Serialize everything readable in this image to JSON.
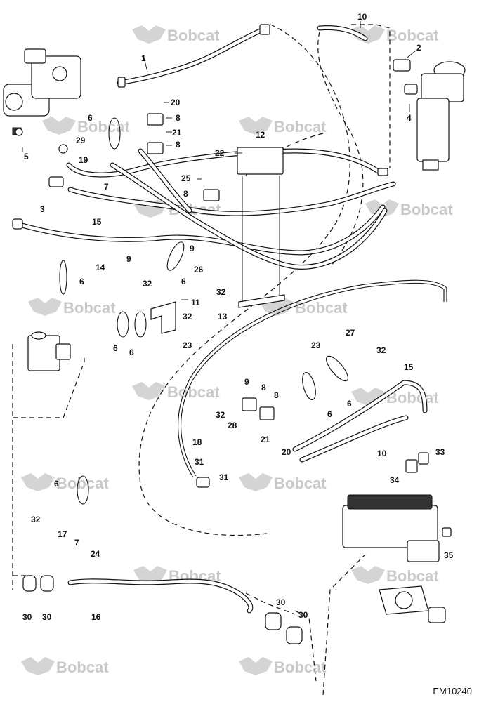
{
  "brand": {
    "watermark_text": "Bobcat"
  },
  "drawing": {
    "code": "EM10240"
  },
  "callouts": [
    {
      "label": "1"
    },
    {
      "label": "10"
    },
    {
      "label": "2"
    },
    {
      "label": "4"
    },
    {
      "label": "20"
    },
    {
      "label": "8"
    },
    {
      "label": "21"
    },
    {
      "label": "8"
    },
    {
      "label": "6"
    },
    {
      "label": "29"
    },
    {
      "label": "5"
    },
    {
      "label": "19"
    },
    {
      "label": "7"
    },
    {
      "label": "12"
    },
    {
      "label": "22"
    },
    {
      "label": "25"
    },
    {
      "label": "8"
    },
    {
      "label": "3"
    },
    {
      "label": "15"
    },
    {
      "label": "9"
    },
    {
      "label": "9"
    },
    {
      "label": "26"
    },
    {
      "label": "14"
    },
    {
      "label": "6"
    },
    {
      "label": "32"
    },
    {
      "label": "6"
    },
    {
      "label": "32"
    },
    {
      "label": "11"
    },
    {
      "label": "32"
    },
    {
      "label": "13"
    },
    {
      "label": "6"
    },
    {
      "label": "6"
    },
    {
      "label": "23"
    },
    {
      "label": "27"
    },
    {
      "label": "23"
    },
    {
      "label": "32"
    },
    {
      "label": "15"
    },
    {
      "label": "9"
    },
    {
      "label": "8"
    },
    {
      "label": "8"
    },
    {
      "label": "6"
    },
    {
      "label": "6"
    },
    {
      "label": "32"
    },
    {
      "label": "28"
    },
    {
      "label": "21"
    },
    {
      "label": "20"
    },
    {
      "label": "18"
    },
    {
      "label": "10"
    },
    {
      "label": "33"
    },
    {
      "label": "31"
    },
    {
      "label": "31"
    },
    {
      "label": "34"
    },
    {
      "label": "6"
    },
    {
      "label": "32"
    },
    {
      "label": "17"
    },
    {
      "label": "7"
    },
    {
      "label": "24"
    },
    {
      "label": "35"
    },
    {
      "label": "30"
    },
    {
      "label": "30"
    },
    {
      "label": "16"
    },
    {
      "label": "30"
    },
    {
      "label": "30"
    }
  ]
}
